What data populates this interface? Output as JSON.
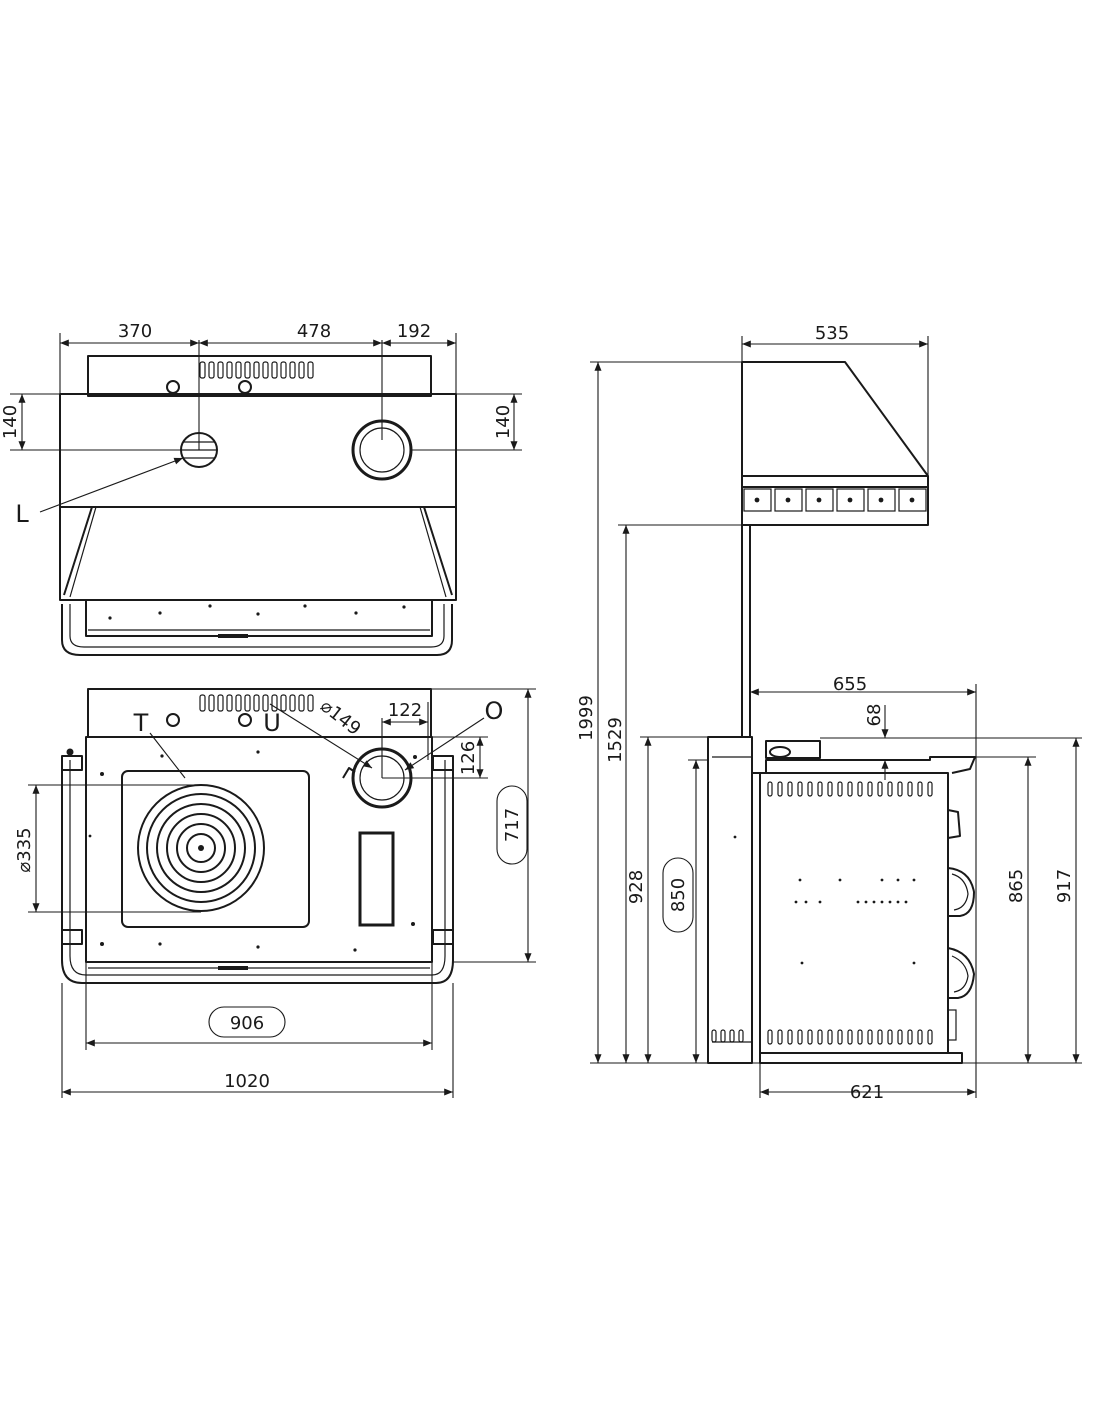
{
  "views": {
    "top_view": {
      "dimensions": {
        "left_width": "370",
        "middle_width": "478",
        "right_width": "192",
        "left_height": "140",
        "right_height": "140"
      },
      "labels": {
        "flue_outlet": "L"
      }
    },
    "plan_view": {
      "dimensions": {
        "hotplate_diameter": "⌀335",
        "circle_diameter": "⌀149",
        "outlet_offset_x": "122",
        "outlet_offset_y": "126",
        "depth": "717",
        "inner_width": "906",
        "total_width": "1020"
      },
      "labels": {
        "hotplate": "T",
        "connection_u": "U",
        "outlet": "O"
      }
    },
    "side_view": {
      "dimensions": {
        "hood_depth": "535",
        "total_height": "1999",
        "hood_bottom_height": "1529",
        "body_depth": "655",
        "top_offset": "68",
        "top_height": "928",
        "hob_height": "850",
        "front_height": "865",
        "max_height": "917",
        "base_depth": "621"
      }
    }
  }
}
